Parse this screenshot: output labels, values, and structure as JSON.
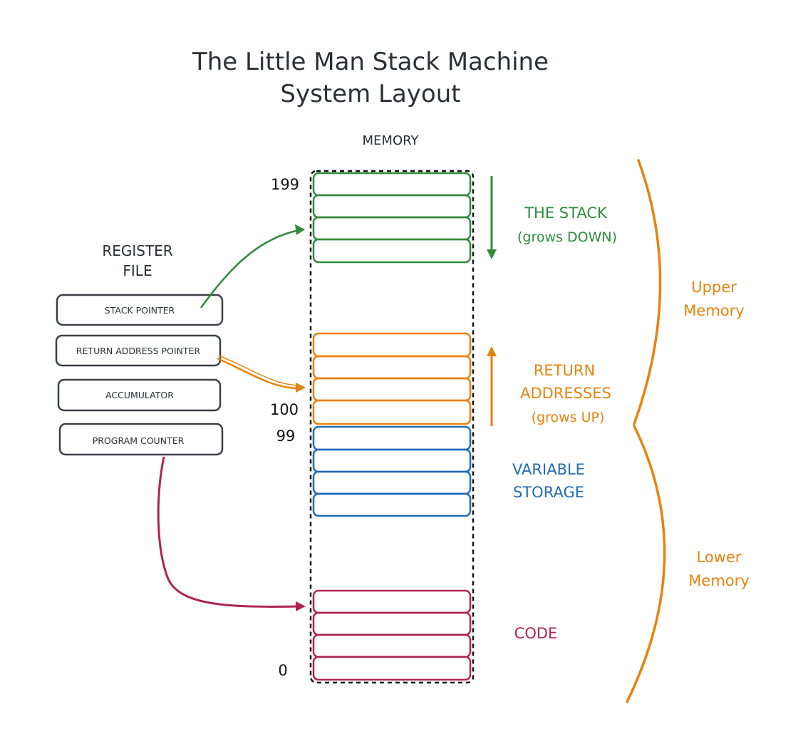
{
  "title": {
    "line1": "The Little Man Stack Machine",
    "line2": "System Layout"
  },
  "memory": {
    "label": "MEMORY",
    "addresses": {
      "top": "199",
      "upper_start": "100",
      "lower_end": "99",
      "bottom": "0"
    }
  },
  "register_file": {
    "heading_line1": "REGISTER",
    "heading_line2": "FILE",
    "registers": [
      {
        "id": "stack-pointer",
        "label": "STACK POINTER"
      },
      {
        "id": "return-address-pointer",
        "label": "RETURN ADDRESS POINTER"
      },
      {
        "id": "accumulator",
        "label": "ACCUMULATOR"
      },
      {
        "id": "program-counter",
        "label": "PROGRAM COUNTER"
      }
    ]
  },
  "regions": {
    "stack": {
      "line1": "THE STACK",
      "line2": "(grows DOWN)",
      "color": "#2f8a3a",
      "cells": 4,
      "direction": "down"
    },
    "return_addresses": {
      "line1": "RETURN",
      "line2": "ADDRESSES",
      "line3": "(grows UP)",
      "color": "#e8820e",
      "cells": 4,
      "direction": "up"
    },
    "variables": {
      "line1": "VARIABLE",
      "line2": "STORAGE",
      "color": "#1f6bb5",
      "cells": 4
    },
    "code": {
      "line1": "CODE",
      "color": "#b02352",
      "cells": 4
    }
  },
  "memory_halves": {
    "upper": {
      "line1": "Upper",
      "line2": "Memory",
      "color": "#e8820e"
    },
    "lower": {
      "line1": "Lower",
      "line2": "Memory",
      "color": "#e8820e"
    }
  },
  "colors": {
    "ink": "#2b2f36",
    "register_border": "#3a3f47"
  }
}
